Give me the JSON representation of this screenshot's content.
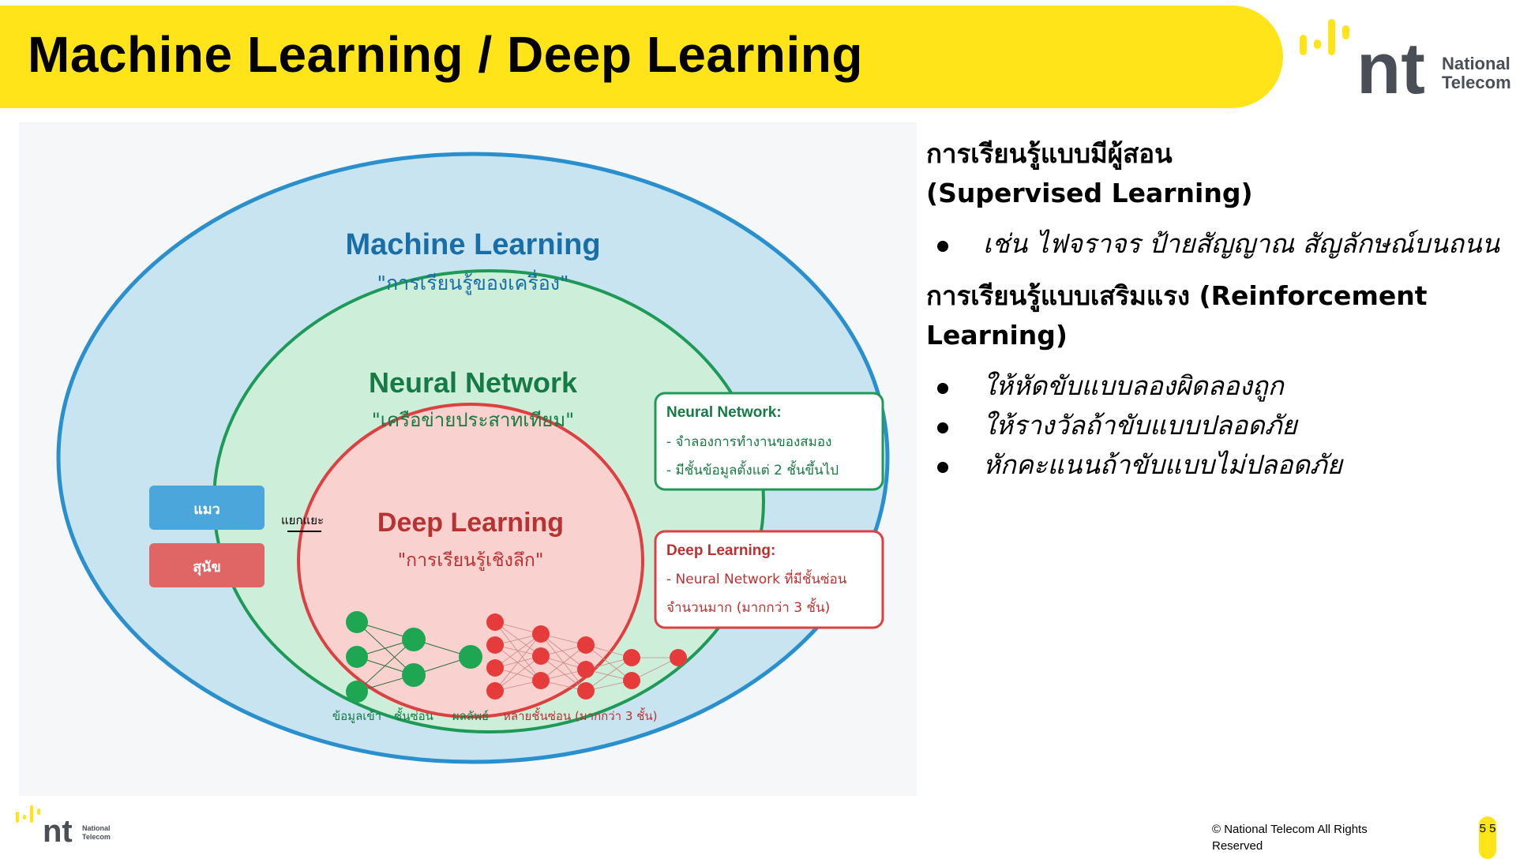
{
  "header": {
    "title": "Machine Learning / Deep Learning"
  },
  "brand": {
    "name_line1": "National",
    "name_line2": "Telecom",
    "mark": "nt",
    "yellow": "#FFE419",
    "gray": "#4A4E57"
  },
  "diagram": {
    "ml": {
      "title": "Machine Learning",
      "subtitle": "\"การเรียนรู้ของเครื่อง\""
    },
    "nn": {
      "title": "Neural Network",
      "subtitle": "\"เครือข่ายประสาทเทียม\""
    },
    "dl": {
      "title": "Deep Learning",
      "subtitle": "\"การเรียนรู้เชิงลึก\""
    },
    "nn_box": {
      "title": "Neural Network:",
      "line1": "- จำลองการทำงานของสมอง",
      "line2": "- มีชั้นข้อมูลตั้งแต่ 2 ชั้นขึ้นไป"
    },
    "dl_box": {
      "title": "Deep Learning:",
      "line1": "- Neural Network ที่มีชั้นซ่อน",
      "line2": "จำนวนมาก (มากกว่า 3 ชั้น)"
    },
    "cat_label": "แมว",
    "dog_label": "สุนัข",
    "classify_label": "แยกแยะ",
    "layer_labels": {
      "input": "ข้อมูลเข้า",
      "hidden": "ชั้นซ่อน",
      "output": "ผลลัพธ์",
      "many_hidden": "หลายชั้นซ่อน (มากกว่า 3 ชั้น)"
    },
    "colors": {
      "ml_fill": "#C7E4F0",
      "ml_stroke": "#2A90CD",
      "nn_fill": "#CDEFD9",
      "nn_stroke": "#1E9A57",
      "dl_fill": "#F9D2D0",
      "dl_stroke": "#DC4040",
      "green_node": "#1FA653",
      "red_node": "#E63B3B",
      "cat": "#4BA6DB",
      "dog": "#E06666"
    }
  },
  "content": {
    "supervised_heading_1": "การเรียนรู้แบบมีผู้สอน",
    "supervised_heading_2": "(Supervised Learning)",
    "supervised_bullets": [
      "เช่น ไฟจราจร ป้ายสัญญาณ สัญลักษณ์บนถนน"
    ],
    "reinforcement_heading": "การเรียนรู้แบบเสริมแรง (Reinforcement Learning)",
    "reinforcement_bullets": [
      "ให้หัดขับแบบลองผิดลองถูก",
      "ให้รางวัลถ้าขับแบบปลอดภัย",
      "หักคะแนนถ้าขับแบบไม่ปลอดภัย"
    ]
  },
  "footer": {
    "copyright": "© National Telecom All Rights Reserved",
    "page_number": "5 5"
  }
}
